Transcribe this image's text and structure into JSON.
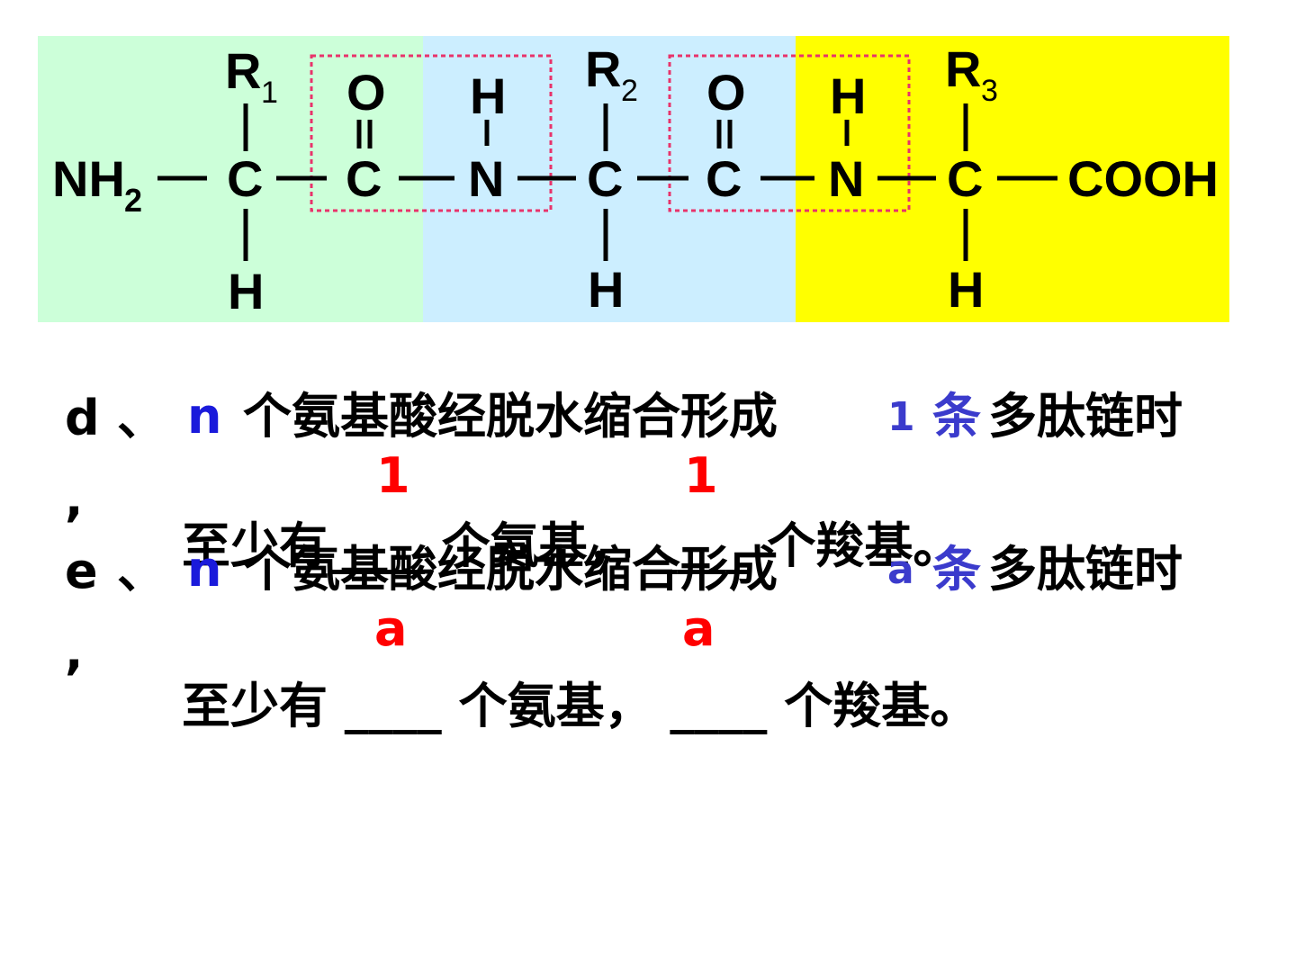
{
  "diagram": {
    "colors": {
      "green": "#ccffd9",
      "blue": "#cceeff",
      "yellow": "#ffff00",
      "dash": "#e8336b"
    },
    "labels": {
      "nh2_n": "NH",
      "nh2_sub": "2",
      "c": "C",
      "o": "O",
      "h": "H",
      "n": "N",
      "r": "R",
      "r1_sub": "1",
      "r2_sub": "2",
      "r3_sub": "3",
      "cooh": "COOH"
    }
  },
  "line_d": {
    "prefix": "d",
    "sep": "、",
    "var": "n",
    "text1": "个氨基酸经脱水缩合形成",
    "count": "1",
    "unit": "条",
    "text2": "多肽链时",
    "comma": ",",
    "sub_text": "至少有____ 个氨基， ____ 个羧基。",
    "answer_amino": "1",
    "answer_carboxyl": "1"
  },
  "line_e": {
    "prefix": "e",
    "sep": "、",
    "var": "n",
    "text1": "个氨基酸经脱水缩合形成",
    "count": "a",
    "unit": "条",
    "text2": "多肽链时",
    "comma": ",",
    "sub_text": "至少有 ____ 个氨基， ____ 个羧基。",
    "answer_amino": "a",
    "answer_carboxyl": "a"
  }
}
